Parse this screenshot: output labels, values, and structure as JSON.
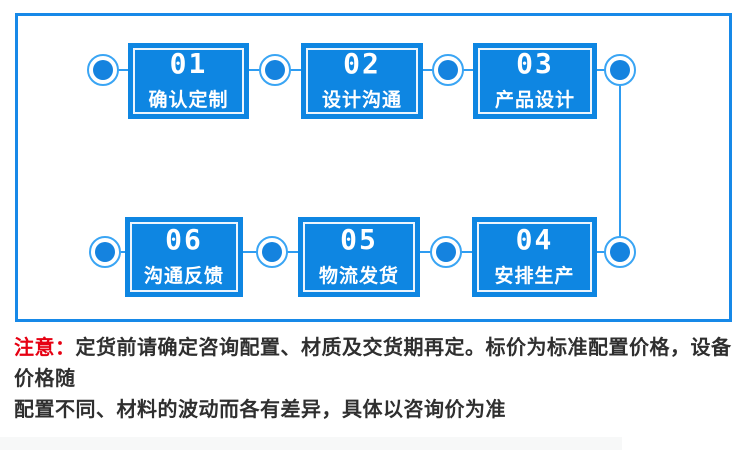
{
  "colors": {
    "frame-blue": "#1789e8",
    "box-blue": "#0e86e2",
    "dot-blue": "#1583df",
    "ring-blue": "#3aa5f4",
    "line-blue": "#2e9cf1",
    "notice-red": "#e60012",
    "text-dark": "#2f2f2f"
  },
  "flow": {
    "top_row": [
      {
        "number": "01",
        "label": "确认定制"
      },
      {
        "number": "02",
        "label": "设计沟通"
      },
      {
        "number": "03",
        "label": "产品设计"
      }
    ],
    "bottom_row": [
      {
        "number": "06",
        "label": "沟通反馈"
      },
      {
        "number": "05",
        "label": "物流发货"
      },
      {
        "number": "04",
        "label": "安排生产"
      }
    ]
  },
  "notice": {
    "prefix": "注意：",
    "line1": "定货前请确定咨询配置、材质及交货期再定。标价为标准配置价格，设备价格随",
    "line2": "配置不同、材料的波动而各有差异，具体以咨询价为准"
  }
}
